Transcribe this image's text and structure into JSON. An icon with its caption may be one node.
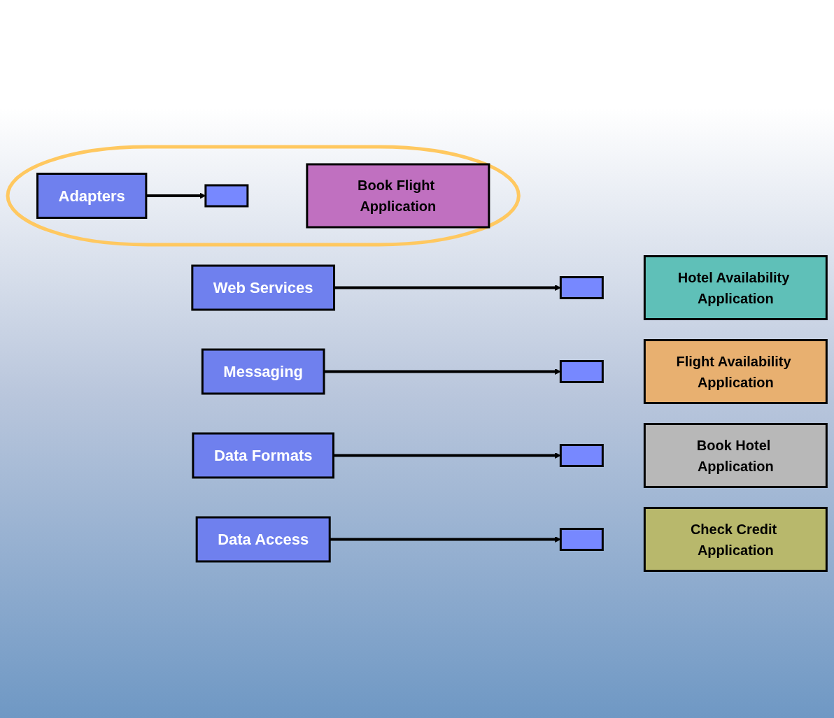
{
  "diagram": {
    "nodes": [
      {
        "text": [
          "Web Services"
        ]
      },
      {
        "text": [],
        "shape": "bar"
      },
      {
        "text": [
          "Hotel Availability Application"
        ]
      },
      {
        "text": [
          "Messaging"
        ]
      },
      {
        "text": [],
        "shape": "bar"
      },
      {
        "text": [
          "Flight Availability Application"
        ]
      },
      {
        "text": [
          "Data Formats"
        ]
      },
      {
        "text": [],
        "shape": "bar"
      },
      {
        "text": [
          "Book Hotel Application"
        ]
      },
      {
        "text": [],
        "shape": "ellipse"
      },
      {
        "text": [
          "Adapters"
        ],
        "in": 9
      },
      {
        "text": [],
        "shape": "bar",
        "in": 9
      },
      {
        "text": [
          "Book Flight Application"
        ],
        "in": 9
      },
      {
        "text": [
          "Data Access"
        ]
      },
      {
        "text": [],
        "shape": "bar"
      },
      {
        "text": [
          "Check Credit Application"
        ]
      }
    ],
    "edges": [
      {
        "from": 0,
        "to": 1,
        "arrow": "to"
      },
      {
        "from": 3,
        "to": 4,
        "arrow": "to"
      },
      {
        "from": 6,
        "to": 7,
        "arrow": "to"
      },
      {
        "from": 10,
        "to": 11,
        "arrow": "to"
      },
      {
        "from": 13,
        "to": 14,
        "arrow": "to"
      }
    ]
  }
}
